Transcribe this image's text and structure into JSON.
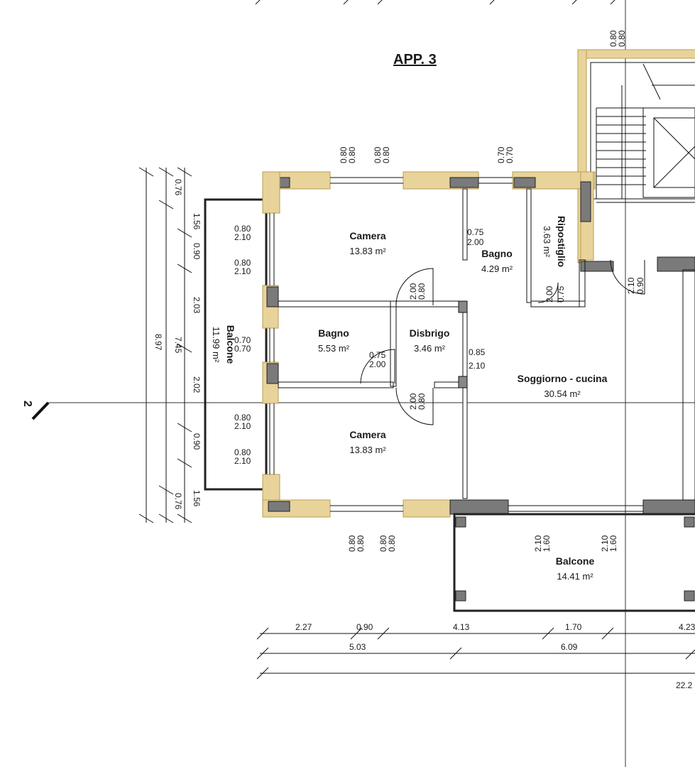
{
  "title": "APP. 3",
  "section_label": "2",
  "rooms": [
    {
      "name": "Camera",
      "area": "13.83 m²"
    },
    {
      "name": "Bagno",
      "area": "4.29 m²"
    },
    {
      "name": "Ripostiglio",
      "area": "3.63 m²"
    },
    {
      "name": "Bagno",
      "area": "5.53 m²"
    },
    {
      "name": "Disbrigo",
      "area": "3.46 m²"
    },
    {
      "name": "Soggiorno - cucina",
      "area": "30.54 m²"
    },
    {
      "name": "Camera",
      "area": "13.83 m²"
    },
    {
      "name": "Balcone",
      "area": "11.99 m²"
    },
    {
      "name": "Balcone",
      "area": "14.41 m²"
    }
  ],
  "openings": {
    "top_left": [
      "0.80",
      "0.80"
    ],
    "top_mid": [
      "0.80",
      "0.80"
    ],
    "top_right": [
      "0.70",
      "0.70"
    ],
    "top_stairs": [
      "0.80",
      "0.80"
    ],
    "left_w1": [
      "0.80",
      "2.10"
    ],
    "left_w2": [
      "0.80",
      "2.10"
    ],
    "left_w3": [
      "0.70",
      "0.70"
    ],
    "left_w4": [
      "0.80",
      "2.10"
    ],
    "left_w5": [
      "0.80",
      "2.10"
    ],
    "door_bagno_top": [
      "0.75",
      "2.00"
    ],
    "door_camera_top": [
      "0.80",
      "2.00"
    ],
    "door_ripostiglio": [
      "0.75",
      "2.00"
    ],
    "door_entry": [
      "0.90",
      "2.10"
    ],
    "door_bagno_left": [
      "0.75",
      "2.00"
    ],
    "door_soggiorno": [
      "0.85",
      "2.10"
    ],
    "door_camera_bottom": [
      "0.80",
      "2.00"
    ],
    "bottom_left": [
      "0.80",
      "0.80"
    ],
    "bottom_mid": [
      "0.80",
      "0.80"
    ],
    "balcony_w1": [
      "1.60",
      "2.10"
    ],
    "balcony_w2": [
      "1.60",
      "2.10"
    ]
  },
  "dims_left": {
    "chain_outer": [
      "1.56",
      "0.90",
      "2.03",
      "2.02",
      "0.90",
      "1.56"
    ],
    "chain_mid": [
      "0.76",
      "7.45",
      "0.76"
    ],
    "total": "8.97"
  },
  "dims_bottom": {
    "row1": [
      "2.27",
      "0.90",
      "4.13",
      "1.70",
      "4.23"
    ],
    "row2": [
      "5.03",
      "6.09"
    ],
    "row3": [
      "22.2"
    ]
  }
}
